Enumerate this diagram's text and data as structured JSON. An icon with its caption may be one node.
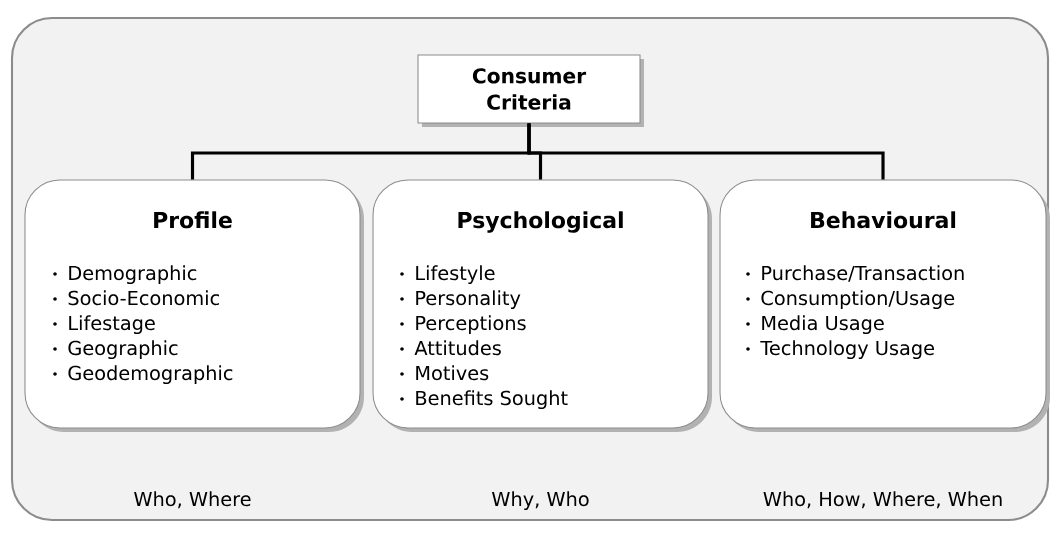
{
  "diagram": {
    "nodes": [
      {
        "text": [],
        "shape": "box"
      },
      {
        "text": [
          "Consumer Criteria"
        ],
        "in": 0
      },
      {
        "text": [
          "Profile",
          "Demographic",
          "Socio-Economic",
          "Lifestage",
          "Geographic",
          "Geodemographic"
        ],
        "in": 0,
        "beside": [
          "Who, Where"
        ]
      },
      {
        "text": [
          "Psychological",
          "Lifestyle",
          "Personality",
          "Perceptions",
          "Attitudes",
          "Motives",
          "Benefits Sought"
        ],
        "in": 0,
        "beside": [
          "Why, Who"
        ]
      },
      {
        "text": [
          "Behavioural",
          "Purchase/Transaction",
          "Consumption/Usage",
          "Media Usage",
          "Technology Usage"
        ],
        "in": 0,
        "beside": [
          "Who, How, Where, When"
        ]
      }
    ],
    "edges": [
      {
        "from": 1,
        "to": 2,
        "arrow": "none"
      },
      {
        "from": 1,
        "to": 3,
        "arrow": "none"
      },
      {
        "from": 1,
        "to": 4,
        "arrow": "none"
      }
    ]
  }
}
